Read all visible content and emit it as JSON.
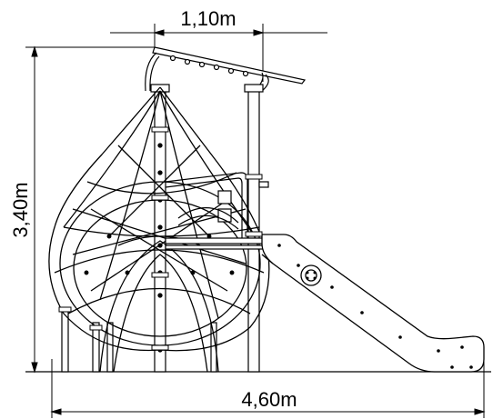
{
  "dimensions": {
    "width_top": "1,10m",
    "height_left": "3,40m",
    "width_bottom": "4,60m"
  },
  "colors": {
    "line": "#000000",
    "background": "#ffffff"
  }
}
